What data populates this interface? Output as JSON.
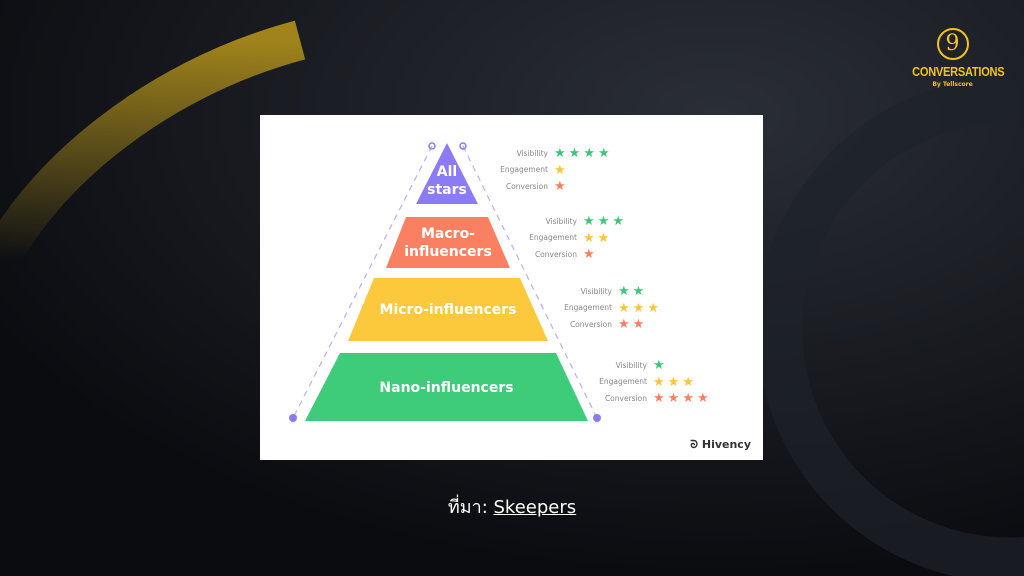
{
  "logo": {
    "numeral": "9",
    "brand": "CONVERSATIONS",
    "byline": "By Tellscore"
  },
  "colors": {
    "visibility": "#3dc878",
    "engagement": "#fcc43c",
    "conversion": "#fb8062",
    "accent": "#8b7cf6"
  },
  "tiers": [
    {
      "name_line1": "All",
      "name_line2": "stars",
      "color": "#8b7cf6",
      "ratings": {
        "Visibility": 4,
        "Engagement": 1,
        "Conversion": 1
      }
    },
    {
      "name_line1": "Macro-",
      "name_line2": "influencers",
      "color": "#fb8062",
      "ratings": {
        "Visibility": 3,
        "Engagement": 2,
        "Conversion": 1
      }
    },
    {
      "name_line1": "Micro-influencers",
      "name_line2": "",
      "color": "#fcc83c",
      "ratings": {
        "Visibility": 2,
        "Engagement": 3,
        "Conversion": 2
      }
    },
    {
      "name_line1": "Nano-influencers",
      "name_line2": "",
      "color": "#3ecb7a",
      "ratings": {
        "Visibility": 1,
        "Engagement": 3,
        "Conversion": 4
      }
    }
  ],
  "rating_labels": [
    "Visibility",
    "Engagement",
    "Conversion"
  ],
  "watermark": "Hivency",
  "caption": {
    "prefix": "ที่มา: ",
    "link": "Skeepers"
  }
}
